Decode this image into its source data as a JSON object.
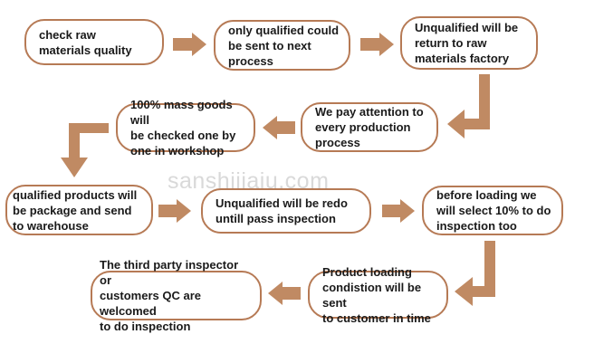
{
  "watermark": "sanshijiaju.com",
  "steps": [
    {
      "id": 1,
      "text": "check raw\nmaterials quality"
    },
    {
      "id": 2,
      "text": "only qualified could\nbe sent to next\nprocess"
    },
    {
      "id": 3,
      "text": "Unqualified will be\nreturn to raw\nmaterials factory"
    },
    {
      "id": 4,
      "text": "We pay attention to\nevery production\nprocess"
    },
    {
      "id": 5,
      "text": "100% mass goods will\nbe checked one by\none in workshop"
    },
    {
      "id": 6,
      "text": "qualified products will\nbe package and send\nto warehouse"
    },
    {
      "id": 7,
      "text": "Unqualified will be redo\nuntill pass inspection"
    },
    {
      "id": 8,
      "text": "before loading we\nwill select 10% to do\ninspection too"
    },
    {
      "id": 9,
      "text": "Product loading\ncondistion will be sent\nto customer in time"
    },
    {
      "id": 10,
      "text": "The third party inspector or\ncustomers QC are welcomed\nto do inspection"
    }
  ],
  "colors": {
    "box_border": "#b67a55",
    "arrow": "#c08a63",
    "watermark": "#d9d9d9",
    "text": "#1a1a1a"
  }
}
